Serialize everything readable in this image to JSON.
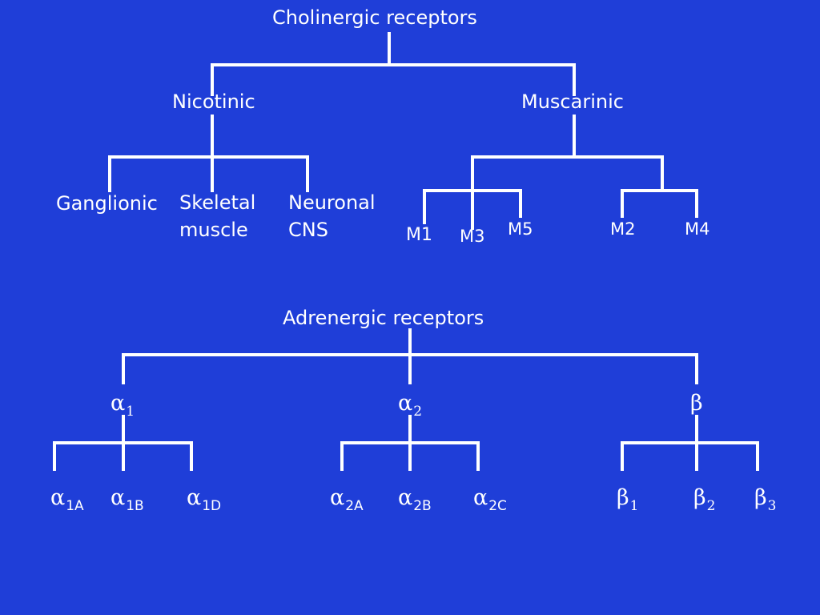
{
  "cholinergic": {
    "title": "Cholinergic receptors",
    "nicotinic": {
      "label": "Nicotinic",
      "children": [
        "Ganglionic",
        "Skeletal\nmuscle",
        "Neuronal\nCNS"
      ]
    },
    "muscarinic": {
      "label": "Muscarinic",
      "group_a": [
        "M1",
        "M3",
        "M5"
      ],
      "group_b": [
        "M2",
        "M4"
      ]
    }
  },
  "adrenergic": {
    "title": "Adrenergic receptors",
    "alpha1": {
      "symbol": "α",
      "sub": "1",
      "children": [
        {
          "symbol": "α",
          "sub": "1A"
        },
        {
          "symbol": "α",
          "sub": "1B"
        },
        {
          "symbol": "α",
          "sub": "1D"
        }
      ]
    },
    "alpha2": {
      "symbol": "α",
      "sub": "2",
      "children": [
        {
          "symbol": "α",
          "sub": "2A"
        },
        {
          "symbol": "α",
          "sub": "2B"
        },
        {
          "symbol": "α",
          "sub": "2C"
        }
      ]
    },
    "beta": {
      "symbol": "β",
      "sub": "",
      "children": [
        {
          "symbol": "β",
          "sub": "1"
        },
        {
          "symbol": "β",
          "sub": "2"
        },
        {
          "symbol": "β",
          "sub": "3"
        }
      ]
    }
  },
  "colors": {
    "background": "#1f3ed8",
    "line": "#ffffff",
    "text": "#ffffff"
  }
}
